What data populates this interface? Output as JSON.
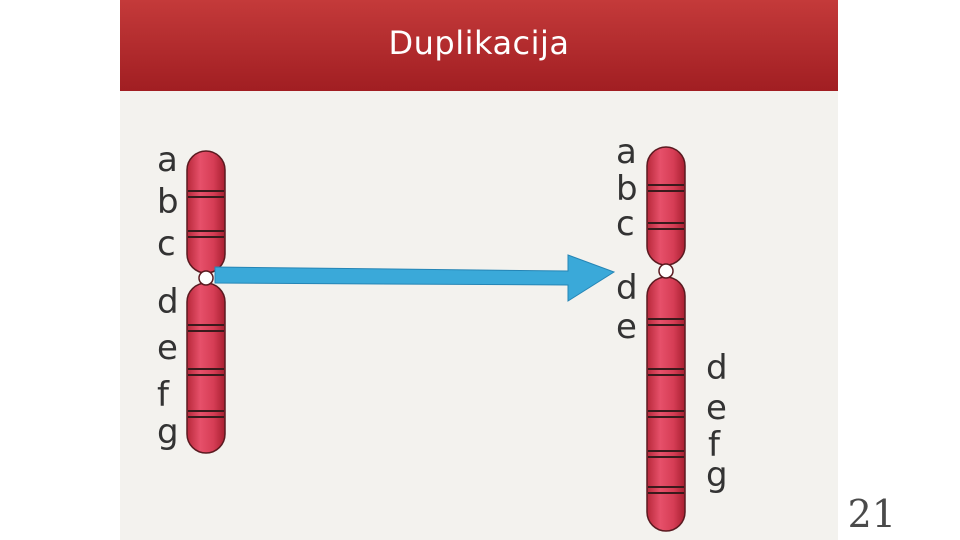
{
  "title": "Duplikacija",
  "slide_number": "21",
  "colors": {
    "title_bar": "#b02a2e",
    "chromosome": "#d9404f",
    "arrow": "#3aa9d9",
    "figure_background": "#f3f2ee"
  },
  "left_chromosome": {
    "upper_labels": [
      "a",
      "b",
      "c"
    ],
    "lower_labels": [
      "d",
      "e",
      "f",
      "g"
    ]
  },
  "right_chromosome": {
    "upper_labels": [
      "a",
      "b",
      "c"
    ],
    "lower_labels": [
      "d",
      "e"
    ],
    "side_labels": [
      "d",
      "e",
      "f",
      "g"
    ]
  },
  "icons": {
    "arrow": "arrow-right-icon"
  }
}
